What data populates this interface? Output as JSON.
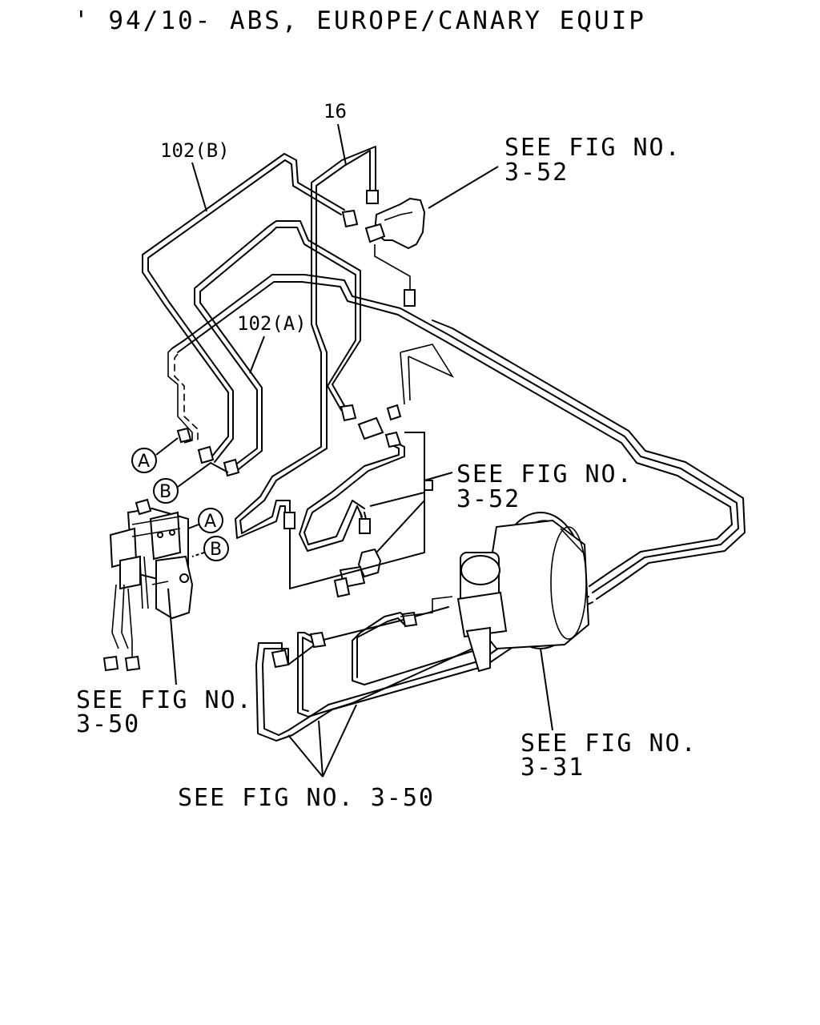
{
  "title": "' 94/10-  ABS, EUROPE/CANARY EQUIP",
  "parts": {
    "p16": "16",
    "p102b": "102(B)",
    "p102a": "102(A)"
  },
  "markers": {
    "a1": "A",
    "b1": "B",
    "a2": "A",
    "b2": "B"
  },
  "callouts": {
    "fig352_top_l1": "SEE FIG NO.",
    "fig352_top_l2": "3-52",
    "fig352_mid_l1": "SEE FIG NO.",
    "fig352_mid_l2": "3-52",
    "fig350_left_l1": "SEE FIG NO.",
    "fig350_left_l2": "3-50",
    "fig331_l1": "SEE FIG NO.",
    "fig331_l2": "3-31",
    "fig350_bottom": "SEE FIG NO. 3-50"
  }
}
